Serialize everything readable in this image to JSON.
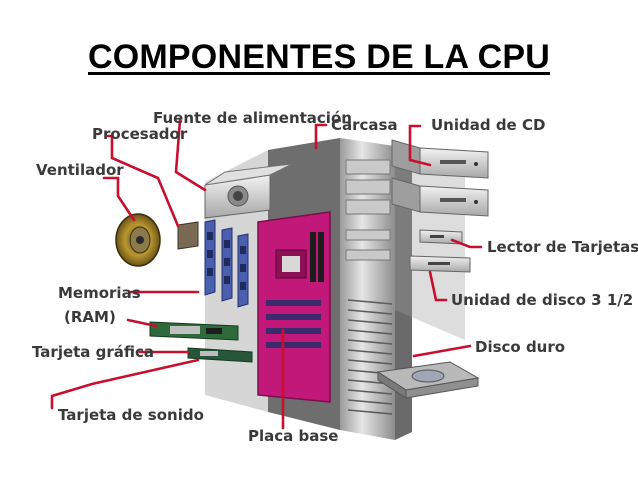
{
  "title": "COMPONENTES DE LA CPU",
  "labels": {
    "fuente": "Fuente de alimentación",
    "procesador": "Procesador",
    "carcasa": "Carcasa",
    "unidad_cd": "Unidad de CD",
    "ventilador": "Ventilador",
    "lector": "Lector de Tarjetas",
    "unidad_disco": "Unidad de disco 3  1/2",
    "memorias_1": "Memorias",
    "memorias_2": "(RAM)",
    "tarjeta_grafica": "Tarjeta gráfica",
    "disco_duro": "Disco duro",
    "tarjeta_sonido": "Tarjeta de sonido",
    "placa_base": "Placa base"
  },
  "colors": {
    "leader": "#c8102e",
    "motherboard": "#c2187a",
    "case_light": "#d9d9d9",
    "case_dark": "#8a8a8a",
    "memory": "#4a5fb0"
  }
}
